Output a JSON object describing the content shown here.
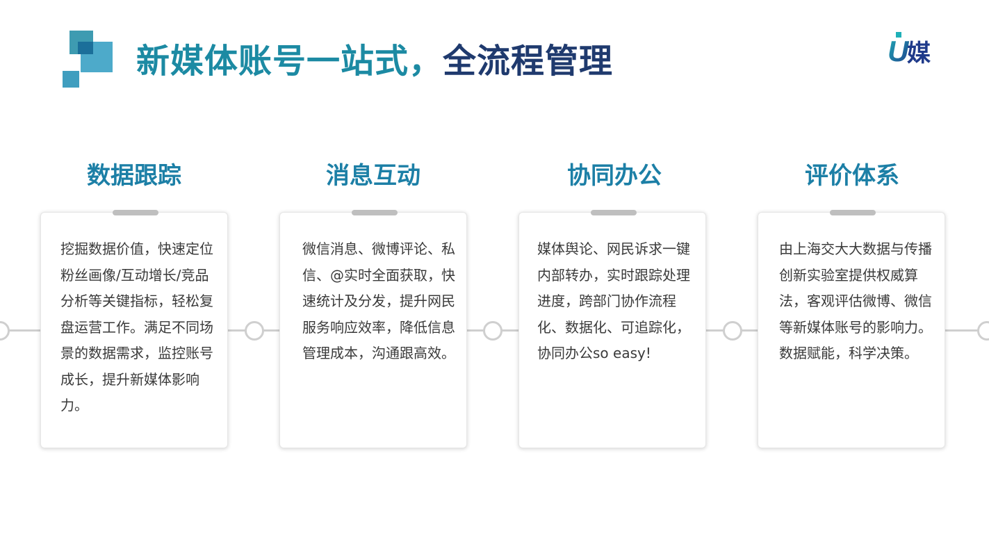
{
  "header": {
    "title_part1": "新媒体账号一站式，",
    "title_part2": "全流程管理",
    "brand_logo_text": "U媒"
  },
  "colors": {
    "accent_teal": "#1c8aa3",
    "accent_navy": "#1f3a6e",
    "card_title": "#1c7fa6",
    "timeline": "#cfcfcf"
  },
  "cards": [
    {
      "title": "数据跟踪",
      "text": "挖掘数据价值，快速定位粉丝画像/互动增长/竞品分析等关键指标，轻松复盘运营工作。满足不同场景的数据需求，监控账号成长，提升新媒体影响力。"
    },
    {
      "title": "消息互动",
      "text": "微信消息、微博评论、私信、@实时全面获取，快速统计及分发，提升网民服务响应效率，降低信息管理成本，沟通跟高效。"
    },
    {
      "title": "协同办公",
      "text": "媒体舆论、网民诉求一键内部转办，实时跟踪处理进度，跨部门协作流程化、数据化、可追踪化，协同办公so easy!"
    },
    {
      "title": "评价体系",
      "text": "由上海交大大数据与传播创新实验室提供权威算法，客观评估微博、微信等新媒体账号的影响力。数据赋能，科学决策。"
    }
  ]
}
